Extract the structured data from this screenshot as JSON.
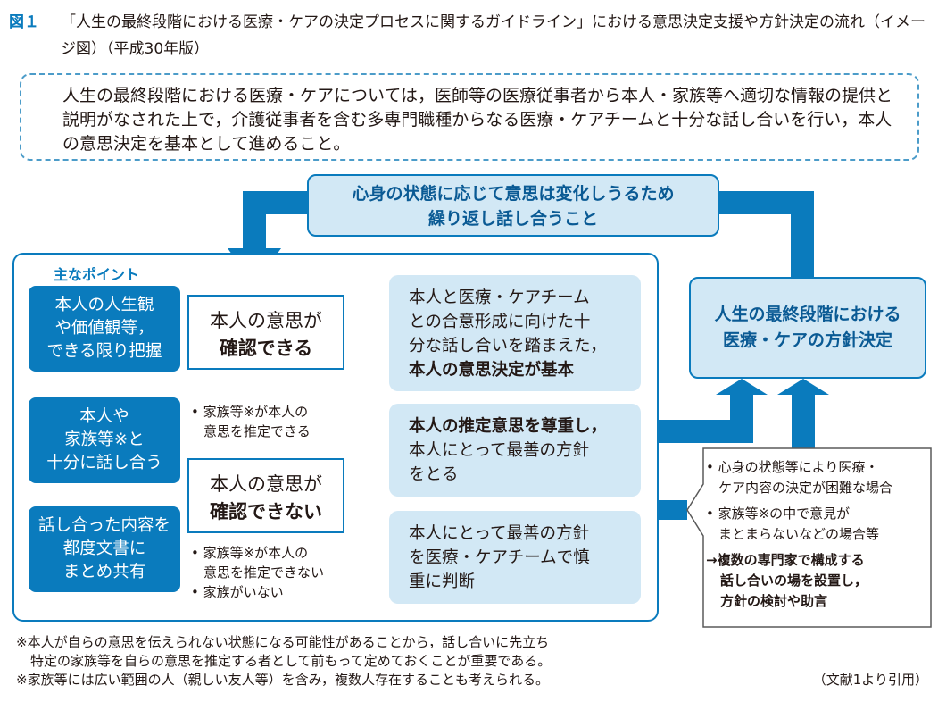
{
  "figure": {
    "label": "図１",
    "title": "「人生の最終段階における医療・ケアの決定プロセスに関するガイドライン」における意思決定支援や方針決定の流れ（イメージ図）（平成30年版）"
  },
  "intro": {
    "text": "人生の最終段階における医療・ケアについては，医師等の医療従事者から本人・家族等へ適切な情報の提供と説明がなされた上で，介護従事者を含む多専門職種からなる医療・ケアチームと十分な話し合いを行い，本人の意思決定を基本として進めること。"
  },
  "loop": {
    "line1": "心身の状態に応じて意思は変化しうるため",
    "line2": "繰り返し話し合うこと"
  },
  "points": {
    "label": "主なポイント",
    "items": [
      {
        "line1": "本人の人生観",
        "line2": "や価値観等，",
        "line3": "できる限り把握"
      },
      {
        "line1": "本人や",
        "line2": "家族等※と",
        "line3": "十分に話し合う"
      },
      {
        "line1": "話し合った内容を",
        "line2": "都度文書に",
        "line3": "まとめ共有"
      }
    ]
  },
  "confirm": {
    "can_line1": "本人の意思が",
    "can_line2": "確認できる",
    "cannot_line1": "本人の意思が",
    "cannot_line2": "確認できない"
  },
  "cases": {
    "case1_line1": "• 家族等※が本人の",
    "case1_line2": "意思を推定できる",
    "case2_line1": "• 家族等※が本人の",
    "case2_line2": "意思を推定できない",
    "case3": "• 家族がいない"
  },
  "results": {
    "r1_line1": "本人と医療・ケアチーム",
    "r1_line2": "との合意形成に向けた十",
    "r1_line3": "分な話し合いを踏まえた，",
    "r1_line4": "本人の意思決定が基本",
    "r2_line1": "本人の推定意思を尊重し，",
    "r2_line2": "本人にとって最善の方針",
    "r2_line3": "をとる",
    "r3_line1": "本人にとって最善の方針",
    "r3_line2": "を医療・ケアチームで慎",
    "r3_line3": "重に判断"
  },
  "final": {
    "line1": "人生の最終段階における",
    "line2": "医療・ケアの方針決定"
  },
  "note": {
    "b1_line1": "• 心身の状態等により医療・",
    "b1_line2": "ケア内容の決定が困難な場合",
    "b2_line1": "• 家族等※の中で意見が",
    "b2_line2": "まとまらないなどの場合等",
    "arrow_line1": "→複数の専門家で構成する",
    "arrow_line2": "話し合いの場を設置し，",
    "arrow_line3": "方針の検討や助言"
  },
  "footnotes": {
    "f1_line1": "※本人が自らの意思を伝えられない状態になる可能性があることから，話し合いに先立ち",
    "f1_line2": "特定の家族等を自らの意思を推定する者として前もって定めておくことが重要である。",
    "f2": "※家族等には広い範囲の人（親しい友人等）を含み，複数人存在することも考えられる。",
    "citation": "（文献1より引用）"
  },
  "colors": {
    "accent": "#0a7bbd",
    "light": "#d2e8f5",
    "dark_text": "#0a5a94"
  }
}
